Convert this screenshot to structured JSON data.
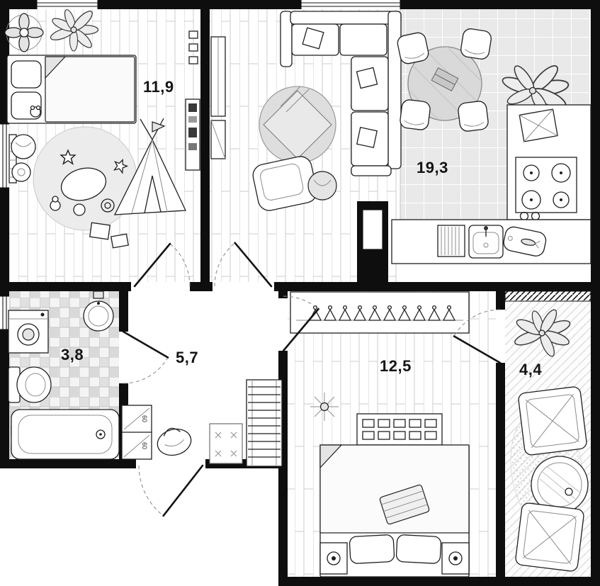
{
  "rooms": [
    {
      "id": "kids-room",
      "label": "11,9"
    },
    {
      "id": "kitchen-living",
      "label": "19,3"
    },
    {
      "id": "bathroom",
      "label": "3,8"
    },
    {
      "id": "hallway",
      "label": "5,7"
    },
    {
      "id": "bedroom",
      "label": "12,5"
    },
    {
      "id": "balcony",
      "label": "4,4"
    }
  ],
  "cabinet": {
    "left_label": "60",
    "right_label": "60"
  },
  "colors": {
    "wall": "#0e0e0e",
    "background": "#ffffff",
    "kitchen_tile": "#e9e9e9",
    "bath_tile": "#e0e0e0",
    "floor_line": "#c9c9c9",
    "furniture_outline": "#1f1f1f",
    "door_arc": "#8f8f8f"
  }
}
